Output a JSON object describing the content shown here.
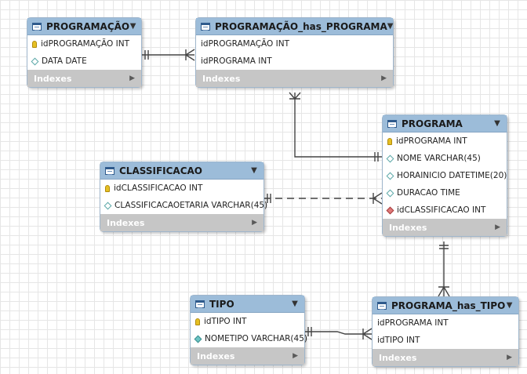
{
  "diagram": {
    "tables": [
      {
        "id": "programacao",
        "title": "PROGRAMAÇÃO",
        "columns": [
          {
            "name": "idPROGRAMAÇÃO INT",
            "kind": "primary-key"
          },
          {
            "name": "DATA DATE",
            "kind": "attribute"
          }
        ],
        "footer": "Indexes"
      },
      {
        "id": "programacao-has-programa",
        "title": "PROGRAMAÇÃO_has_PROGRAMA",
        "columns": [
          {
            "name": "idPROGRAMAÇÃO INT",
            "kind": "none"
          },
          {
            "name": "idPROGRAMA INT",
            "kind": "none"
          }
        ],
        "footer": "Indexes"
      },
      {
        "id": "programa",
        "title": "PROGRAMA",
        "columns": [
          {
            "name": "idPROGRAMA INT",
            "kind": "primary-key"
          },
          {
            "name": "NOME VARCHAR(45)",
            "kind": "attribute"
          },
          {
            "name": "HORAINICIO DATETIME(20)",
            "kind": "attribute"
          },
          {
            "name": "DURACAO TIME",
            "kind": "attribute"
          },
          {
            "name": "idCLASSIFICACAO INT",
            "kind": "foreign-key"
          }
        ],
        "footer": "Indexes"
      },
      {
        "id": "classificacao",
        "title": "CLASSIFICACAO",
        "columns": [
          {
            "name": "idCLASSIFICACAO INT",
            "kind": "primary-key"
          },
          {
            "name": "CLASSIFICACAOETARIA VARCHAR(45)",
            "kind": "attribute"
          }
        ],
        "footer": "Indexes"
      },
      {
        "id": "tipo",
        "title": "TIPO",
        "columns": [
          {
            "name": "idTIPO INT",
            "kind": "primary-key"
          },
          {
            "name": "NOMETIPO VARCHAR(45)",
            "kind": "attribute-filled"
          }
        ],
        "footer": "Indexes"
      },
      {
        "id": "programa-has-tipo",
        "title": "PROGRAMA_has_TIPO",
        "columns": [
          {
            "name": "idPROGRAMA INT",
            "kind": "none"
          },
          {
            "name": "idTIPO INT",
            "kind": "none"
          }
        ],
        "footer": "Indexes"
      }
    ],
    "relationships": [
      {
        "from": "programacao",
        "to": "programacao-has-programa",
        "from_end": "one",
        "to_end": "many",
        "style": "solid"
      },
      {
        "from": "programa",
        "to": "programacao-has-programa",
        "from_end": "one",
        "to_end": "many",
        "style": "solid"
      },
      {
        "from": "classificacao",
        "to": "programa",
        "from_end": "one",
        "to_end": "many",
        "style": "dashed"
      },
      {
        "from": "programa",
        "to": "programa-has-tipo",
        "from_end": "one",
        "to_end": "many",
        "style": "solid"
      },
      {
        "from": "tipo",
        "to": "programa-has-tipo",
        "from_end": "one",
        "to_end": "many",
        "style": "solid"
      }
    ],
    "colors": {
      "header": "#9cbcd9",
      "footer": "#c6c6c6",
      "line": "#444444",
      "primary_key": "#e6c023",
      "foreign_key": "#e07a7a",
      "attribute": "#5aa7a7"
    }
  }
}
